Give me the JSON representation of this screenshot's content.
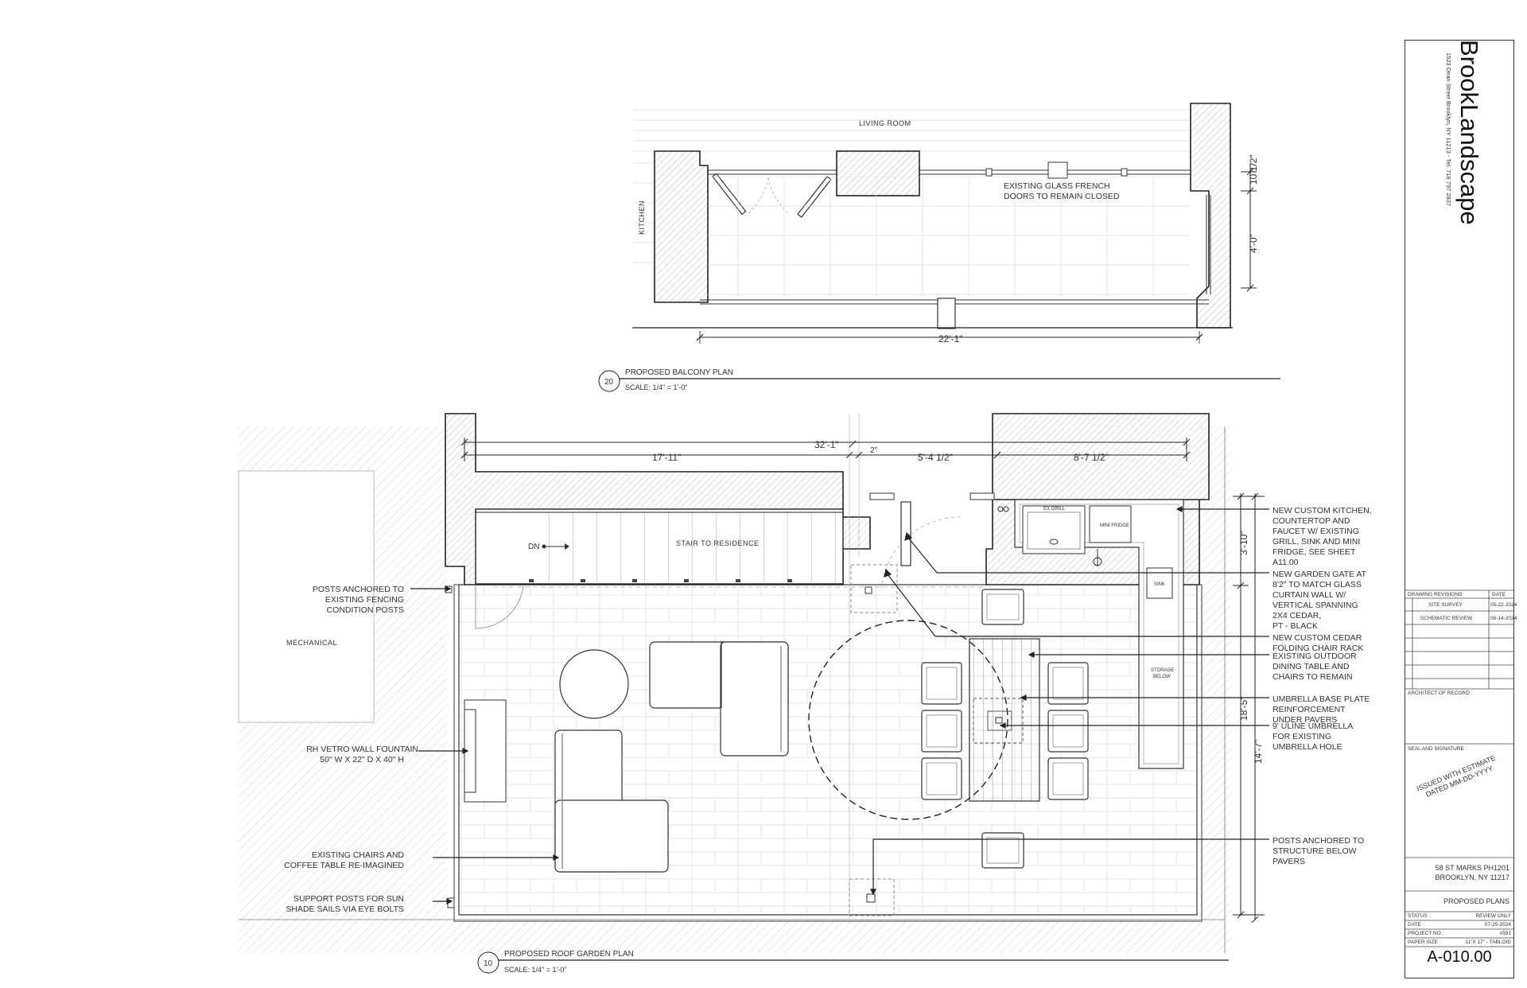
{
  "firm": {
    "name": "BrookLandscape",
    "address": "1523 Dean Street Brooklyn, NY 11213 - Tel. 718 797 2837"
  },
  "balcony_plan": {
    "room_labels": {
      "living_room": "LIVING ROOM",
      "kitchen": "KITCHEN"
    },
    "note": [
      "EXISTING GLASS FRENCH",
      "DOORS TO REMAIN CLOSED"
    ],
    "dims": {
      "width": "22'-1\"",
      "depth_top": "10 1/2\"",
      "depth": "4'-0\""
    },
    "title": {
      "number": "20",
      "name": "PROPOSED BALCONY PLAN",
      "scale": "SCALE:  1/4\" = 1'-0\""
    }
  },
  "roof_plan": {
    "labels": {
      "mechanical": "MECHANICAL",
      "stair": "STAIR TO RESIDENCE",
      "dn": "DN",
      "grill": "EX GRILL",
      "fridge": "MINI FRIDGE",
      "sink": "SINK",
      "storage": [
        "STORAGE",
        "BELOW"
      ]
    },
    "dims": {
      "overall": "32'-1\"",
      "left": "17'-11\"",
      "small": "2\"",
      "gate": "5'-4 1/2\"",
      "right": "8'-7 1/2\"",
      "v_top": "3'-10\"",
      "v_mid": "18'-5\"",
      "v_full": "14'-7\""
    },
    "left_notes": [
      [
        "POSTS ANCHORED TO",
        "EXISTING FENCING",
        "CONDITION POSTS"
      ],
      [
        "RH VETRO WALL FOUNTAIN",
        "50\" W X 22\" D X 40\" H"
      ],
      [
        "EXISTING CHAIRS AND",
        "COFFEE TABLE RE-IMAGINED"
      ],
      [
        "SUPPORT POSTS FOR SUN",
        "SHADE SAILS VIA EYE BOLTS"
      ]
    ],
    "right_notes": [
      [
        "NEW CUSTOM KITCHEN,",
        "COUNTERTOP AND",
        "FAUCET W/ EXISTING",
        "GRILL, SINK AND MINI",
        "FRIDGE, SEE SHEET",
        "A11.00"
      ],
      [
        "NEW GARDEN GATE AT",
        "8'2\" TO MATCH GLASS",
        "CURTAIN WALL W/",
        "VERTICAL SPANNING",
        "2X4 CEDAR,",
        "PT - BLACK"
      ],
      [
        "NEW CUSTOM CEDAR",
        "FOLDING CHAIR RACK"
      ],
      [
        "EXISTING OUTDOOR",
        "DINING TABLE AND",
        "CHAIRS TO REMAIN"
      ],
      [
        "UMBRELLA BASE PLATE",
        "REINFORCEMENT",
        "UNDER PAVERS"
      ],
      [
        "9' ULINE UMBRELLA",
        "FOR EXISTING",
        "UMBRELLA HOLE"
      ],
      [
        "POSTS ANCHORED TO",
        "STRUCTURE BELOW",
        "PAVERS"
      ]
    ],
    "title": {
      "number": "10",
      "name": "PROPOSED ROOF GARDEN PLAN",
      "scale": "SCALE:  1/4\" = 1'-0\""
    }
  },
  "title_block": {
    "revisions_header": "DRAWING REVISIONS",
    "date_header": "DATE",
    "revisions": [
      {
        "name": "SITE SURVEY",
        "date": "05-22-2024"
      },
      {
        "name": "SCHEMATIC REVIEW",
        "date": "06-14-2024"
      }
    ],
    "architect": "ARCHITECT OF RECORD :",
    "seal": "SEAL AND SIGNATURE :",
    "stamp": [
      "ISSUED WITH ESTIMATE",
      "DATED MM-DD-YYYY"
    ],
    "project_address": [
      "58 ST MARKS PH1201",
      "BROOKLYN, NY 11217"
    ],
    "sheet_title": "PROPOSED PLANS",
    "status_label": "STATUS :",
    "status": "REVIEW ONLY",
    "date_label": "DATE :",
    "date": "07-25-2024",
    "project_label": "PROJECT NO :",
    "project": "#591",
    "paper_label": "PAPER SIZE :",
    "paper": "11\"X 17\" - TABLOID",
    "sheet_number": "A-010.00"
  }
}
